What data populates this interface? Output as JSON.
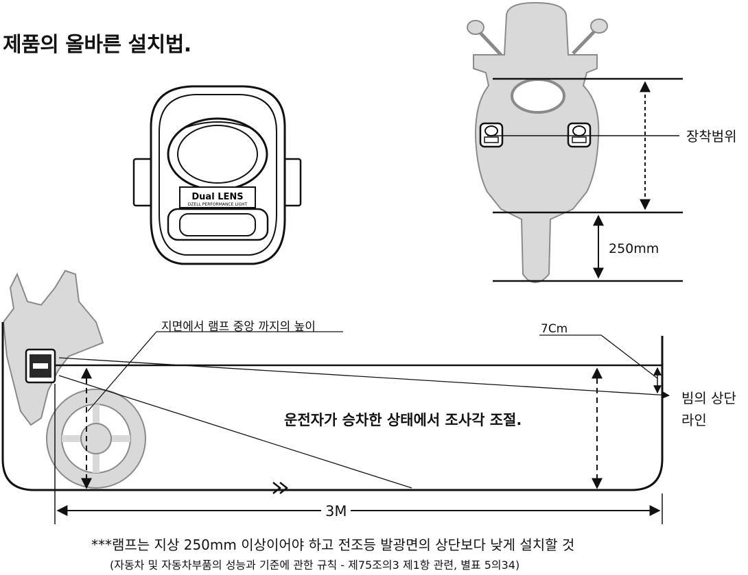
{
  "title": "제품의 올바른 설치법.",
  "product": {
    "lens_label": "Dual LENS",
    "brand_label": "DZELL PERFORMANCE LIGHT"
  },
  "top_view": {
    "mount_range_label": "장착범위",
    "height_label": "250mm"
  },
  "side_view": {
    "ground_height_label": "지면에서 램프 중앙 까지의 높이",
    "drop_label": "7Cm",
    "beam_top_label_line1": "빔의 상단",
    "beam_top_label_line2": "라인",
    "adjust_note": "운전자가 승차한 상태에서 조사각 조절.",
    "distance_label": "3M"
  },
  "footnotes": [
    "***램프는 지상 250mm 이상이어야 하고 전조등 발광면의 상단보다 낮게 설치할 것",
    "(자동차 및 자동차부품의 성능과 기준에 관한 규칙 - 제75조의3 제1항 관련, 별표 5의34)"
  ],
  "colors": {
    "line": "#111111",
    "silhouette_fill": "#d9d9d9",
    "silhouette_stroke": "#8a8a8a",
    "lamp_body": "#2a2a2a"
  }
}
